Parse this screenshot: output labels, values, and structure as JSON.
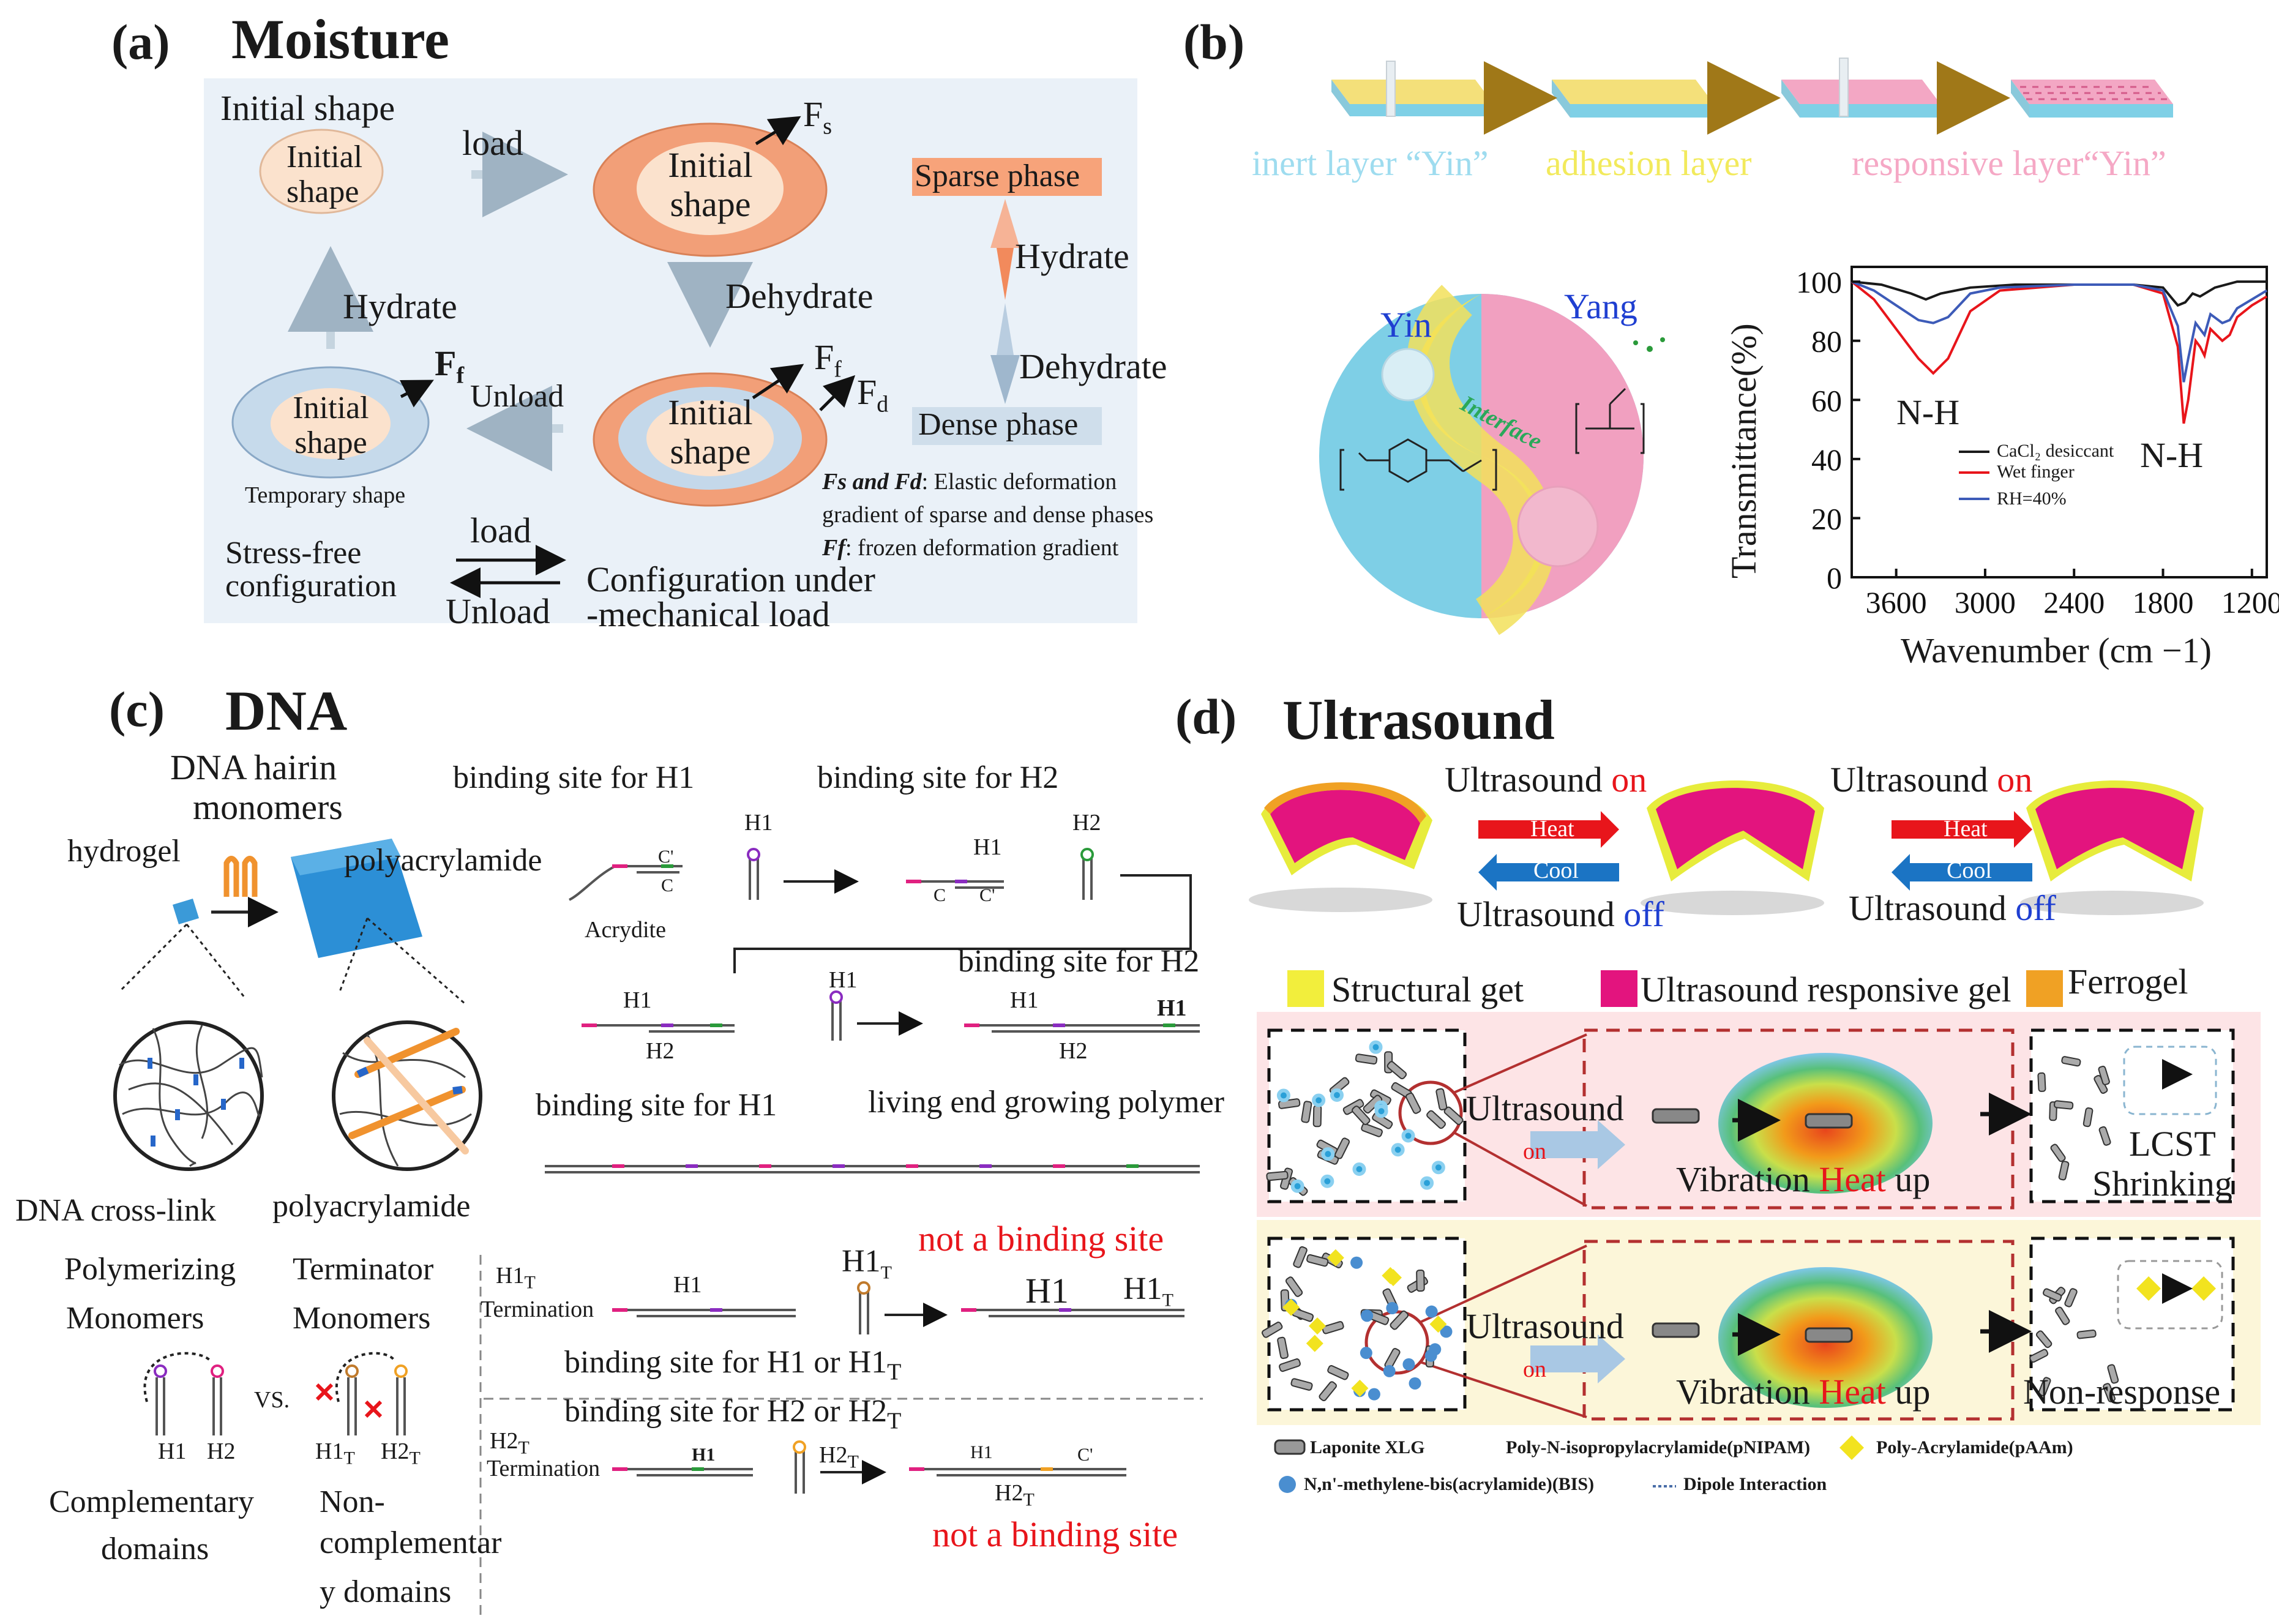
{
  "panel_a": {
    "label": "(a)",
    "title": "Moisture",
    "initial_shape_caption": "Initial shape",
    "ellipse_text": "Initial\nshape",
    "load": "load",
    "fs": "F",
    "fs_sub": "s",
    "dehydrate": "Dehydrate",
    "hydrate": "Hydrate",
    "ff": "F",
    "ff_sub": "f",
    "fd": "F",
    "fd_sub": "d",
    "unload": "Unload",
    "temporary_shape": "Temporary shape",
    "sparse_phase": "Sparse phase",
    "dense_phase": "Dense phase",
    "phase_hydrate": "Hydrate",
    "phase_dehydrate": "Dehydrate",
    "note_fs_fd": "Fs and Fd",
    "note_fs_fd_text": ": Elastic deformation",
    "note_line2": "gradient of sparse and dense phases",
    "note_ff": "Ff",
    "note_ff_text": ": frozen deformation gradient",
    "stress_free_1": "Stress-free",
    "stress_free_2": "configuration",
    "load2": "load",
    "unload2": "Unload",
    "config_1": "Configuration under",
    "config_2": "-mechanical load",
    "colors": {
      "bg": "#eaf1f8",
      "orange": "#f1a07a",
      "blue": "#b8cfe4",
      "inner": "#fbe0cc"
    }
  },
  "panel_b": {
    "label": "(b)",
    "layers": [
      "inert layer “Yin”",
      "adhesion layer",
      "responsive layer“Yin”"
    ],
    "yin": "Yin",
    "yang": "Yang",
    "interface": "Interface",
    "chart_data": {
      "type": "line",
      "xlabel": "Wavenumber (cm −1)",
      "ylabel": "Transmittance(%)",
      "xlim": [
        3900,
        1100
      ],
      "ylim": [
        0,
        105
      ],
      "xticks": [
        "3600",
        "3000",
        "2400",
        "1800",
        "1200"
      ],
      "yticks": [
        "0",
        "20",
        "40",
        "60",
        "80",
        "100"
      ],
      "annotations": [
        "N-H",
        "N-H"
      ],
      "series": [
        {
          "name": "CaCl₂ desiccant",
          "color": "#1a1a1a",
          "points": [
            [
              3900,
              100
            ],
            [
              3700,
              99
            ],
            [
              3500,
              96
            ],
            [
              3400,
              94
            ],
            [
              3300,
              96
            ],
            [
              3100,
              98
            ],
            [
              2800,
              99
            ],
            [
              2400,
              99
            ],
            [
              2000,
              99
            ],
            [
              1800,
              98
            ],
            [
              1700,
              92
            ],
            [
              1650,
              93
            ],
            [
              1600,
              96
            ],
            [
              1550,
              95
            ],
            [
              1450,
              98
            ],
            [
              1300,
              100
            ],
            [
              1100,
              100
            ]
          ]
        },
        {
          "name": "Wet finger",
          "color": "#e8151b",
          "points": [
            [
              3900,
              100
            ],
            [
              3750,
              94
            ],
            [
              3600,
              84
            ],
            [
              3450,
              74
            ],
            [
              3350,
              69
            ],
            [
              3250,
              74
            ],
            [
              3100,
              90
            ],
            [
              2900,
              97
            ],
            [
              2400,
              99
            ],
            [
              2000,
              99
            ],
            [
              1800,
              96
            ],
            [
              1700,
              78
            ],
            [
              1660,
              52
            ],
            [
              1630,
              60
            ],
            [
              1580,
              80
            ],
            [
              1550,
              78
            ],
            [
              1520,
              75
            ],
            [
              1480,
              84
            ],
            [
              1400,
              80
            ],
            [
              1350,
              82
            ],
            [
              1300,
              88
            ],
            [
              1200,
              92
            ],
            [
              1100,
              95
            ]
          ]
        },
        {
          "name": "RH=40%",
          "color": "#3d5bb8",
          "points": [
            [
              3900,
              100
            ],
            [
              3750,
              97
            ],
            [
              3600,
              92
            ],
            [
              3450,
              87
            ],
            [
              3350,
              86
            ],
            [
              3250,
              88
            ],
            [
              3100,
              96
            ],
            [
              2900,
              98
            ],
            [
              2400,
              99
            ],
            [
              2000,
              99
            ],
            [
              1800,
              97
            ],
            [
              1700,
              85
            ],
            [
              1660,
              66
            ],
            [
              1630,
              74
            ],
            [
              1580,
              86
            ],
            [
              1550,
              84
            ],
            [
              1520,
              82
            ],
            [
              1480,
              89
            ],
            [
              1400,
              86
            ],
            [
              1350,
              87
            ],
            [
              1300,
              91
            ],
            [
              1200,
              94
            ],
            [
              1100,
              97
            ]
          ]
        }
      ]
    }
  },
  "panel_c": {
    "label": "(c)",
    "title": "DNA",
    "hairpin_1": "DNA hairin",
    "hairpin_2": "monomers",
    "hydrogel": "hydrogel",
    "polyacrylamide_top": "polyacrylamide",
    "dna_crosslink": "DNA cross-link",
    "polyacrylamide_bottom": "polyacrylamide",
    "bs_h1": "binding site for H1",
    "bs_h2": "binding site for H2",
    "acrydite": "Acrydite",
    "h1": "H1",
    "h2": "H2",
    "c": "C",
    "cp": "C'",
    "bs_h2_b": "binding site for H2",
    "bs_h1_b": "binding site for H1",
    "living_end": "living end growing polymer",
    "not_binding_1": "not a binding site",
    "not_binding_2": "not a binding site",
    "polymerizing_1": "Polymerizing",
    "polymerizing_2": "Monomers",
    "terminator_1": "Terminator",
    "terminator_2": "Monomers",
    "vs": "VS.",
    "h1t": "H1",
    "h2t": "H2",
    "t_sub": "T",
    "h1t_termination": "Termination",
    "h2t_termination": "Termination",
    "bs_h1_or": "binding site for H1 or H1",
    "bs_h2_or": "binding site for H2 or H2",
    "complementary_1": "Complementary",
    "complementary_2": "domains",
    "noncomp_1": "Non-",
    "noncomp_2": "complementar",
    "noncomp_3": "y domains"
  },
  "panel_d": {
    "label": "(d)",
    "title": "Ultrasound",
    "us_on_1": "Ultrasound",
    "on_word": "on",
    "off_word": "off",
    "heat": "Heat",
    "cool": "Cool",
    "us_off_1": "Ultrasound",
    "legend": [
      "Structural get",
      "Ultrasound responsive gel",
      "Ferrogel"
    ],
    "legend_colors": [
      "#f2ee3c",
      "#e3147e",
      "#f0a124"
    ],
    "row1_us": "Ultrasound",
    "row1_on": "on",
    "row1_vibration": "Vibration",
    "row1_heat": "Heat",
    "row1_up": "up",
    "row1_lcst": "LCST",
    "row1_shrinking": "Shrinking",
    "row2_us": "Ultrasound",
    "row2_on": "on",
    "row2_vibration": "Vibration",
    "row2_heat": "Heat",
    "row2_up": "up",
    "row2_nonresponse": "Non-response",
    "key_laponite": "Laponite XLG",
    "key_pnipam": "Poly-N-isopropylacrylamide(pNIPAM)",
    "key_paam": "Poly-Acrylamide(pAAm)",
    "key_bis": "N,n'-methylene-bis(acrylamide)(BIS)",
    "key_dipole": "Dipole Interaction"
  }
}
